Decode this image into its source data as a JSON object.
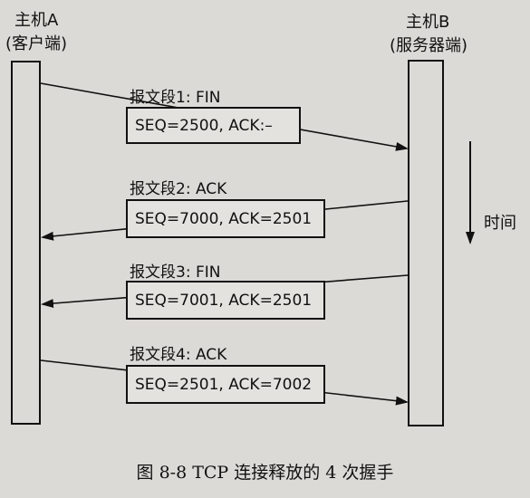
{
  "hostA": {
    "title": "主机A",
    "subtitle": "(客户端)"
  },
  "hostB": {
    "title": "主机B",
    "subtitle": "(服务器端)"
  },
  "time_label": "时间",
  "segments": [
    {
      "label": "报文段1: FIN",
      "content": "SEQ=2500, ACK:–",
      "direction": "A-to-B"
    },
    {
      "label": "报文段2: ACK",
      "content": "SEQ=7000, ACK=2501",
      "direction": "B-to-A"
    },
    {
      "label": "报文段3: FIN",
      "content": "SEQ=7001, ACK=2501",
      "direction": "B-to-A"
    },
    {
      "label": "报文段4: ACK",
      "content": "SEQ=2501, ACK=7002",
      "direction": "A-to-B"
    }
  ],
  "caption": "图 8-8    TCP 连接释放的 4 次握手",
  "colors": {
    "ink": "#111111",
    "paper": "#dcdad6"
  }
}
